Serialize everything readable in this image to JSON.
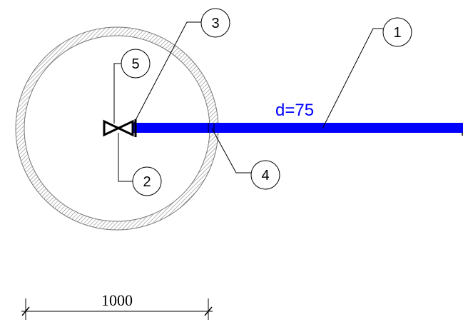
{
  "drawing": {
    "pipe_label": "d=75",
    "dimension_value": "1000"
  },
  "callouts": [
    {
      "number": "1"
    },
    {
      "number": "2"
    },
    {
      "number": "3"
    },
    {
      "number": "4"
    },
    {
      "number": "5"
    }
  ],
  "colors": {
    "pipe": "#0000ff",
    "lines": "#000000",
    "hatch": "#888888"
  }
}
